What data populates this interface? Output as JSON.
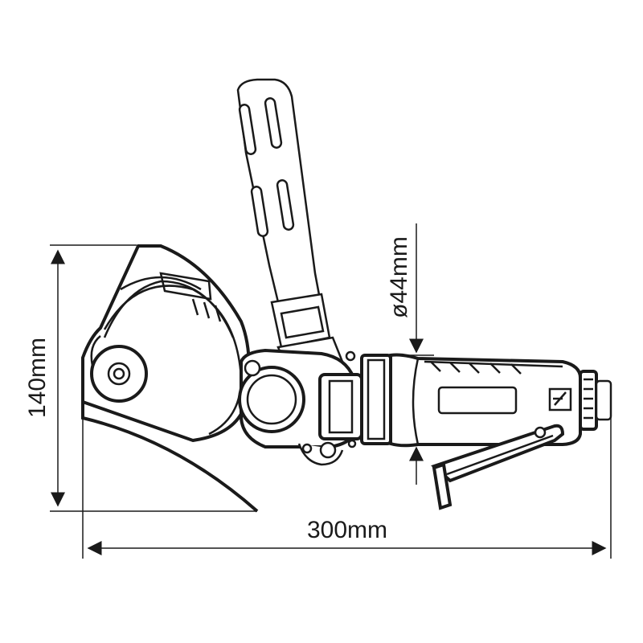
{
  "dimensions": {
    "height_label": "140mm",
    "length_label": "300mm",
    "diameter_label": "ø44mm"
  },
  "colors": {
    "line": "#1a1a1a",
    "background": "#ffffff",
    "shade": "#d9d9d9"
  }
}
